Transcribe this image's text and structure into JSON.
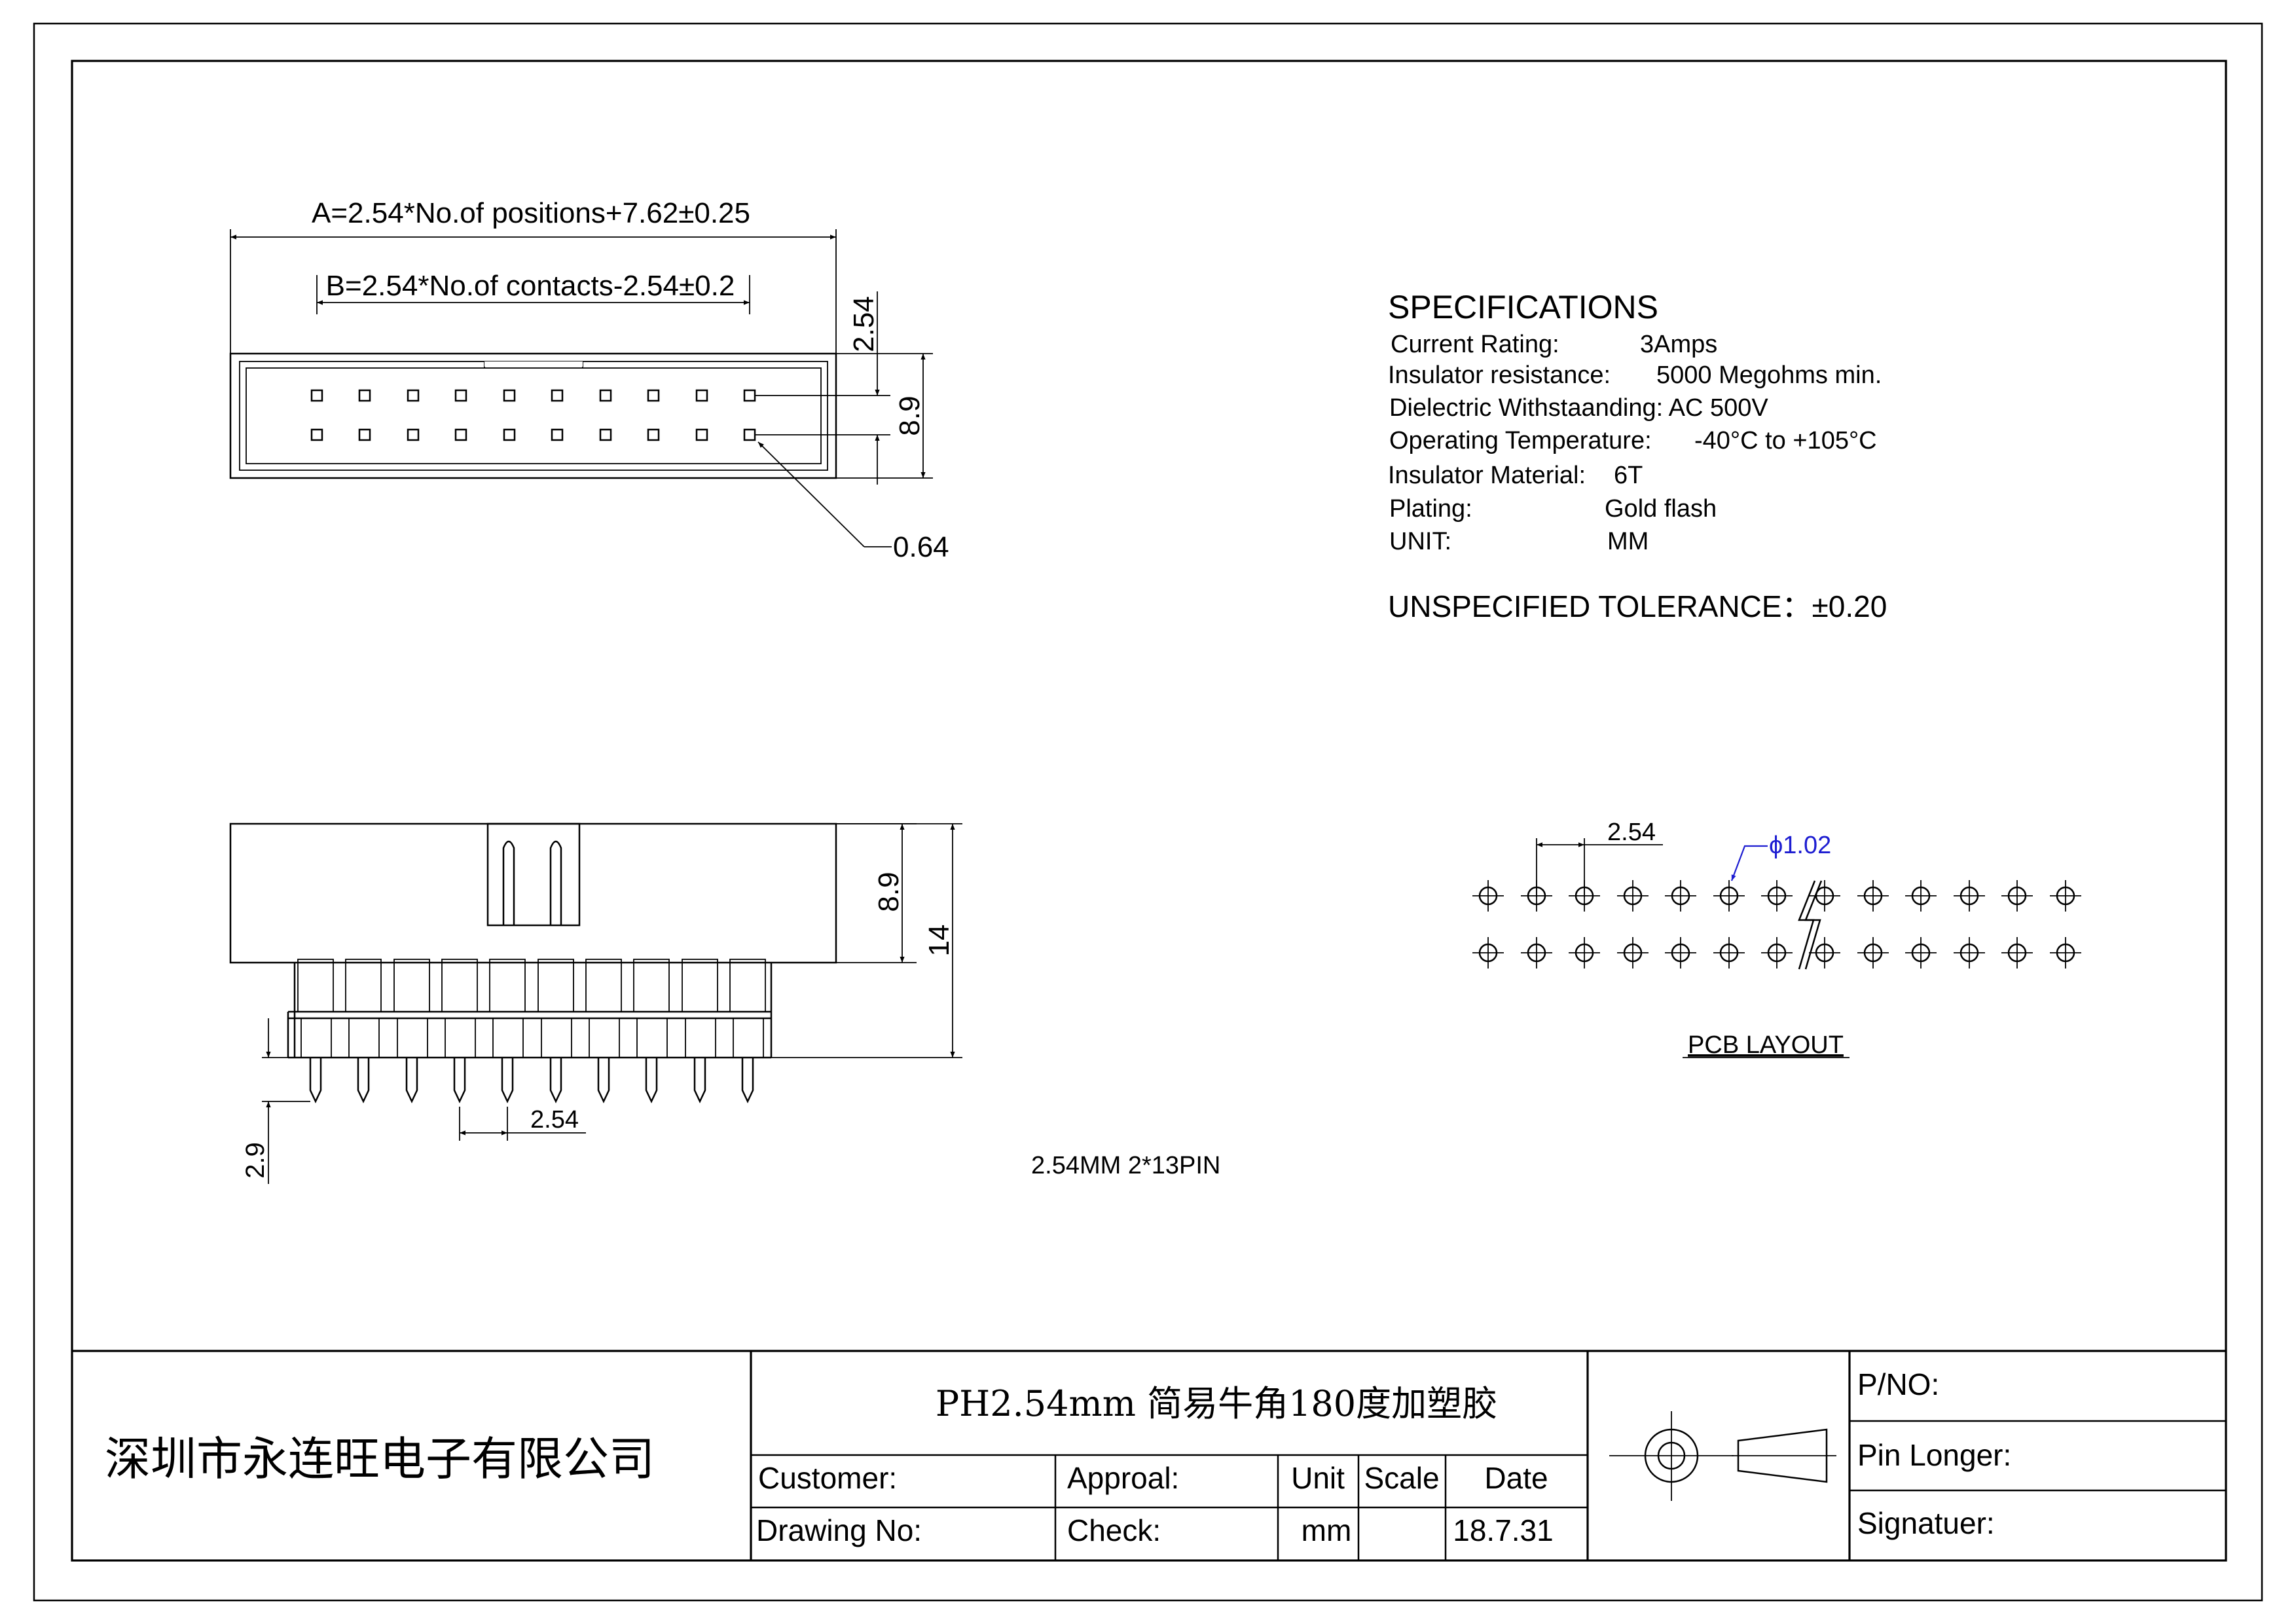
{
  "top_view": {
    "dim_a": "A=2.54*No.of positions+7.62±0.25",
    "dim_b": "B=2.54*No.of contacts-2.54±0.2",
    "dim_pitch_v": "2.54",
    "dim_height": "8.9",
    "dim_pin_size": "0.64"
  },
  "specs": {
    "title": "SPECIFICATIONS",
    "rows": [
      {
        "label": "Current Rating:",
        "value": "3Amps"
      },
      {
        "label": "Insulator resistance:",
        "value": "5000 Megohms min."
      },
      {
        "label": "Dielectric Withstaanding: AC 500V",
        "value": ""
      },
      {
        "label": "Operating Temperature:",
        "value": "-40°C to +105°C"
      },
      {
        "label": "Insulator Material:",
        "value": "6T"
      },
      {
        "label": "Plating:",
        "value": "Gold flash"
      },
      {
        "label": "UNIT:",
        "value": "MM"
      }
    ],
    "tolerance": "UNSPECIFIED TOLERANCE：±0.20"
  },
  "side_view": {
    "dim_body": "8.9",
    "dim_total": "14",
    "dim_tail": "2.9",
    "dim_pitch": "2.54"
  },
  "pcb": {
    "dim_pitch": "2.54",
    "dim_hole": "ϕ1.02",
    "label": "PCB LAYOUT"
  },
  "caption": "2.54MM 2*13PIN",
  "title_block": {
    "company": "深圳市永连旺电子有限公司",
    "product": "PH2.54mm 简易牛角180度加塑胶",
    "customer": "Customer:",
    "approval": "Approal:",
    "unit_h": "Unit",
    "scale_h": "Scale",
    "date_h": "Date",
    "drawing_no": "Drawing No:",
    "check": "Check:",
    "unit_v": "mm",
    "scale_v": "",
    "date_v": "18.7.31",
    "pno": "P/NO:",
    "pin_longer": "Pin Longer:",
    "signature": "Signatuer:"
  },
  "colors": {
    "line": "#000000",
    "annotation": "#1d1dd1"
  }
}
